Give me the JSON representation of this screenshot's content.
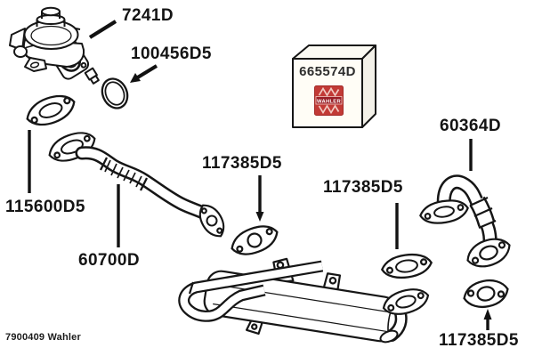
{
  "labels": {
    "valve": "7241D",
    "seal_ring": "100456D5",
    "box_part": "665574D",
    "pipe_right": "60364D",
    "gasket_center": "117385D5",
    "gasket_mid_right": "117385D5",
    "gasket_top_left": "115600D5",
    "pipe_left": "60700D",
    "gasket_bottom_right": "117385D5"
  },
  "logo": {
    "text": "WAHLER"
  },
  "footer": {
    "text": "7900409 Wahler"
  },
  "colors": {
    "line": "#161616",
    "logo_red": "#c23a36",
    "logo_band": "#9b1f27",
    "logo_zigzag": "#f2cac2",
    "background": "#ffffff"
  }
}
